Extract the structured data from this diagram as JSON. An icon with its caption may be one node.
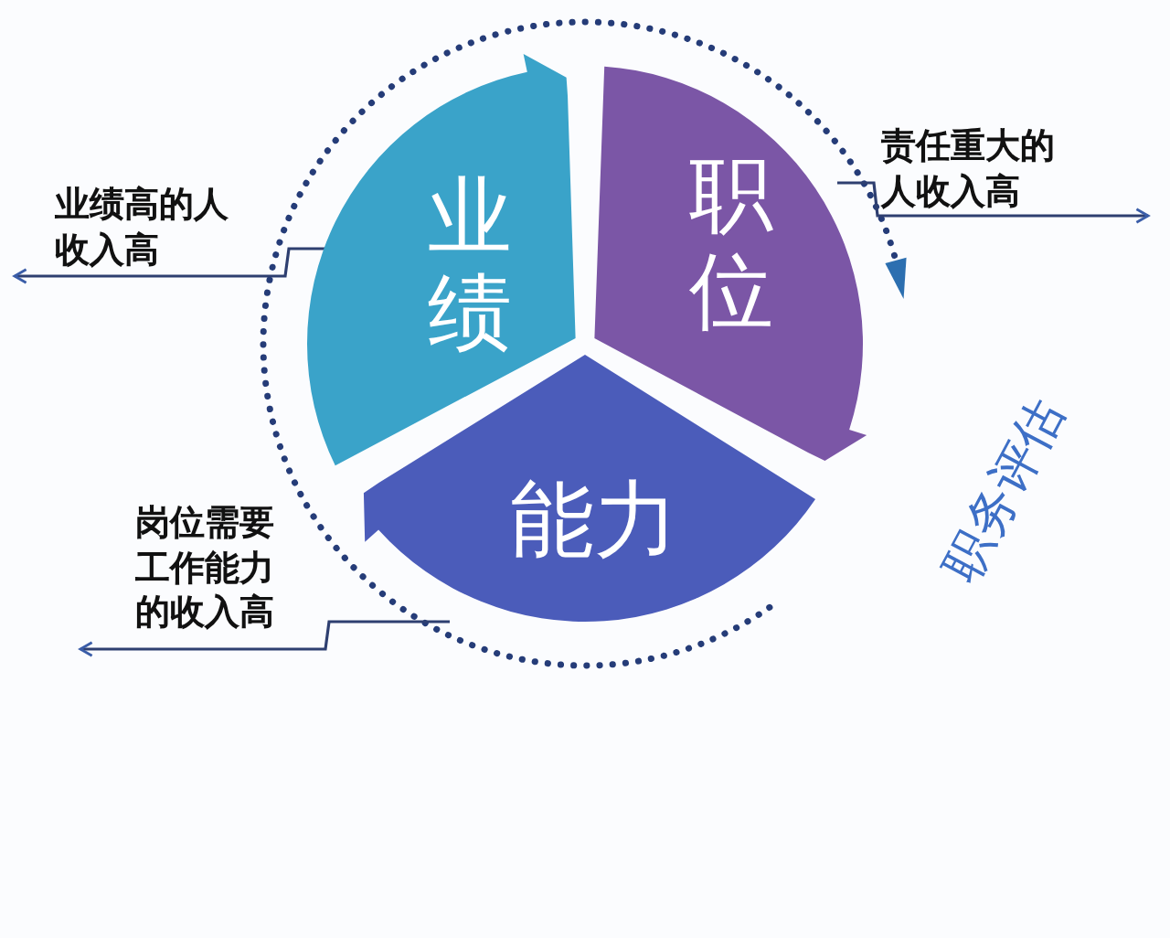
{
  "diagram": {
    "nodes": [
      {
        "text": [
          "业绩"
        ]
      },
      {
        "text": [
          "职位"
        ]
      },
      {
        "text": [
          "能力"
        ]
      }
    ],
    "edges": [
      {
        "from": 0,
        "to": null,
        "arrow": "to",
        "label": "业绩高的人收入高"
      },
      {
        "from": 1,
        "to": null,
        "arrow": "to",
        "label": "责任重大的人收入高"
      },
      {
        "from": 2,
        "to": null,
        "arrow": "to",
        "label": "岗位需要工作能力的收入高"
      }
    ],
    "labels": [
      "职务评估"
    ]
  }
}
